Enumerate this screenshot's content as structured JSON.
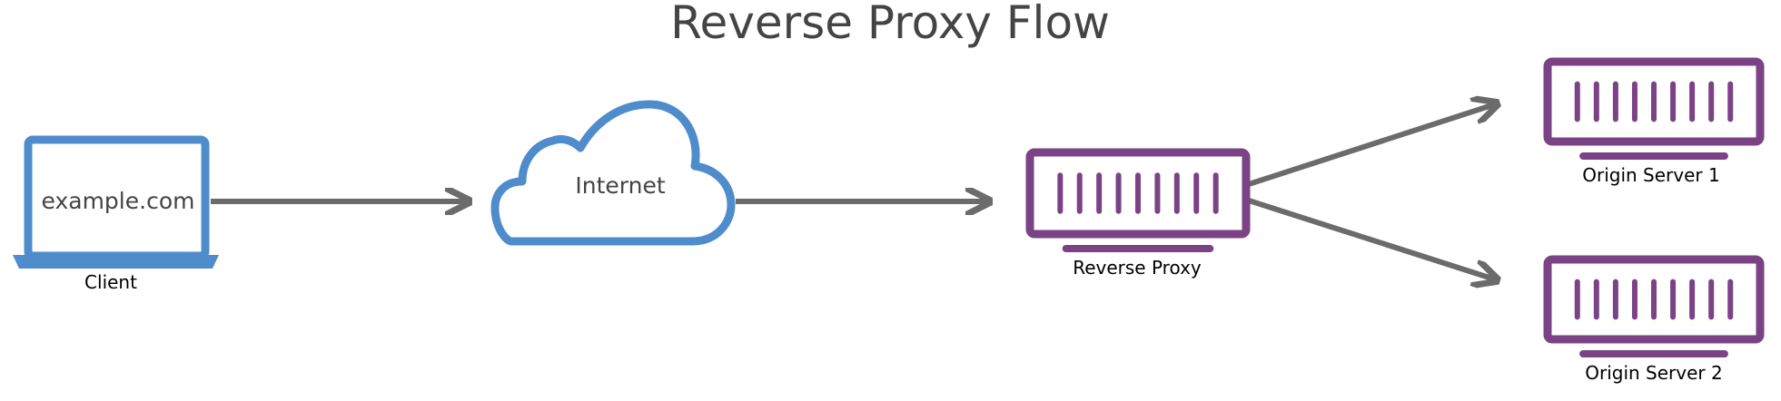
{
  "title": "Reverse Proxy Flow",
  "nodes": {
    "client": {
      "label": "Client",
      "screen_text": "example.com",
      "icon": "laptop-icon"
    },
    "internet": {
      "label": "Internet",
      "icon": "cloud-icon"
    },
    "reverse_proxy": {
      "label": "Reverse Proxy",
      "icon": "server-icon"
    },
    "origin_1": {
      "label": "Origin Server 1",
      "icon": "server-icon"
    },
    "origin_2": {
      "label": "Origin Server 2",
      "icon": "server-icon"
    }
  },
  "edges": [
    {
      "from": "client",
      "to": "internet"
    },
    {
      "from": "internet",
      "to": "reverse_proxy"
    },
    {
      "from": "reverse_proxy",
      "to": "origin_1"
    },
    {
      "from": "reverse_proxy",
      "to": "origin_2"
    }
  ],
  "colors": {
    "client_and_internet": "#4e8ccb",
    "servers": "#7b4286",
    "arrows": "#6b6b6b",
    "title": "#444444"
  }
}
